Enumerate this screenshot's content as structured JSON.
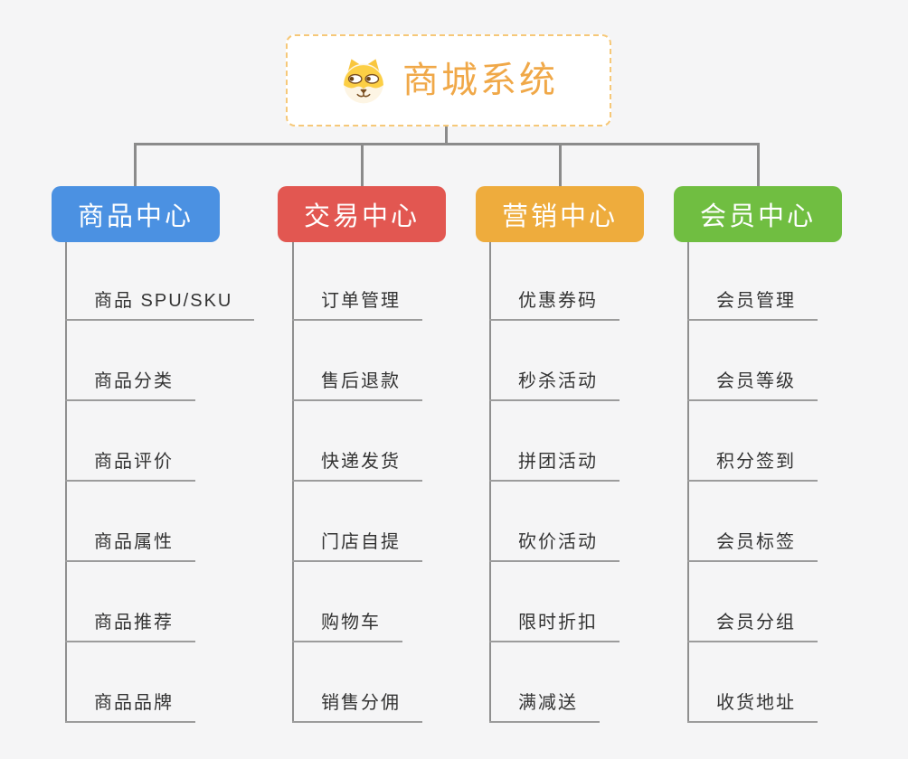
{
  "root": {
    "title": "商城系统",
    "icon": "shiba-dog-face-icon"
  },
  "colors": {
    "root_title": "#f0a848",
    "root_border": "#f6c878",
    "connector": "#8b8b8b",
    "leaf_underline": "#9c9c9c",
    "leaf_text": "#333333",
    "branch_product": "#4b91e2",
    "branch_trade": "#e25751",
    "branch_marketing": "#eeac3d",
    "branch_member": "#70be41"
  },
  "branches": [
    {
      "label": "商品中心",
      "color": "#4b91e2",
      "items": [
        "商品 SPU/SKU",
        "商品分类",
        "商品评价",
        "商品属性",
        "商品推荐",
        "商品品牌"
      ]
    },
    {
      "label": "交易中心",
      "color": "#e25751",
      "items": [
        "订单管理",
        "售后退款",
        "快递发货",
        "门店自提",
        "购物车",
        "销售分佣"
      ]
    },
    {
      "label": "营销中心",
      "color": "#eeac3d",
      "items": [
        "优惠券码",
        "秒杀活动",
        "拼团活动",
        "砍价活动",
        "限时折扣",
        "满减送"
      ]
    },
    {
      "label": "会员中心",
      "color": "#70be41",
      "items": [
        "会员管理",
        "会员等级",
        "积分签到",
        "会员标签",
        "会员分组",
        "收货地址"
      ]
    }
  ]
}
